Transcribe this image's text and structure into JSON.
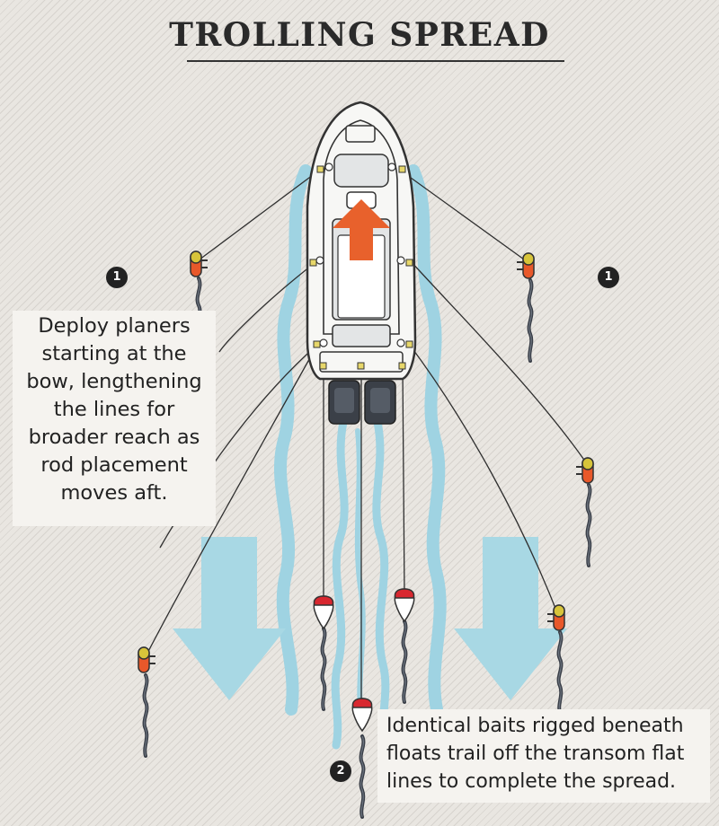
{
  "title": "TROLLING SPREAD",
  "callouts": {
    "left": {
      "number": "1",
      "text": "Deploy planers starting at the bow, lengthening the lines for broader reach as rod placement moves aft."
    },
    "right": {
      "number": "1"
    },
    "bottom": {
      "number": "2",
      "text": "Identical baits rigged beneath floats trail off the transom flat lines to complete the spread."
    }
  },
  "colors": {
    "background": "#e9e6e1",
    "wake": "#9fd3e2",
    "direction_arrow": "#e8612c",
    "current_arrows": "#a8d8e4",
    "hull": "#f7f7f5",
    "float_red": "#d8272f",
    "planer_orange": "#e8582a",
    "planer_yellow": "#d7c43a"
  },
  "icons": [
    "boat-icon",
    "direction-arrow-icon",
    "current-arrow-icon",
    "planer-icon",
    "float-icon",
    "bait-icon"
  ]
}
